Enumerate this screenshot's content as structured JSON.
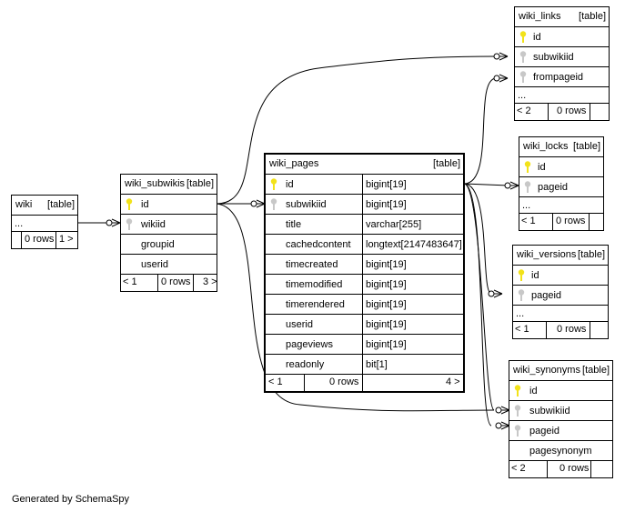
{
  "footer_text": "Generated by SchemaSpy",
  "colors": {
    "primary_key": "#f2e21a",
    "foreign_key": "#c8c8c8",
    "border": "#000000"
  },
  "tables": {
    "wiki": {
      "name": "wiki",
      "kind": "[table]",
      "placeholder": "...",
      "rows": "0 rows",
      "child_count": "1 >"
    },
    "wiki_subwikis": {
      "name": "wiki_subwikis",
      "kind": "[table]",
      "columns": [
        "id",
        "wikiid",
        "groupid",
        "userid"
      ],
      "parent_count": "< 1",
      "rows": "0 rows",
      "child_count": "3 >"
    },
    "wiki_pages": {
      "name": "wiki_pages",
      "kind": "[table]",
      "columns": [
        {
          "name": "id",
          "type": "bigint[19]"
        },
        {
          "name": "subwikiid",
          "type": "bigint[19]"
        },
        {
          "name": "title",
          "type": "varchar[255]"
        },
        {
          "name": "cachedcontent",
          "type": "longtext[2147483647]"
        },
        {
          "name": "timecreated",
          "type": "bigint[19]"
        },
        {
          "name": "timemodified",
          "type": "bigint[19]"
        },
        {
          "name": "timerendered",
          "type": "bigint[19]"
        },
        {
          "name": "userid",
          "type": "bigint[19]"
        },
        {
          "name": "pageviews",
          "type": "bigint[19]"
        },
        {
          "name": "readonly",
          "type": "bit[1]"
        }
      ],
      "parent_count": "< 1",
      "rows": "0 rows",
      "child_count": "4 >"
    },
    "wiki_links": {
      "name": "wiki_links",
      "kind": "[table]",
      "columns": [
        "id",
        "subwikiid",
        "frompageid"
      ],
      "placeholder": "...",
      "parent_count": "< 2",
      "rows": "0 rows"
    },
    "wiki_locks": {
      "name": "wiki_locks",
      "kind": "[table]",
      "columns": [
        "id",
        "pageid"
      ],
      "placeholder": "...",
      "parent_count": "< 1",
      "rows": "0 rows"
    },
    "wiki_versions": {
      "name": "wiki_versions",
      "kind": "[table]",
      "columns": [
        "id",
        "pageid"
      ],
      "placeholder": "...",
      "parent_count": "< 1",
      "rows": "0 rows"
    },
    "wiki_synonyms": {
      "name": "wiki_synonyms",
      "kind": "[table]",
      "columns": [
        "id",
        "subwikiid",
        "pageid",
        "pagesynonym"
      ],
      "parent_count": "< 2",
      "rows": "0 rows"
    }
  }
}
